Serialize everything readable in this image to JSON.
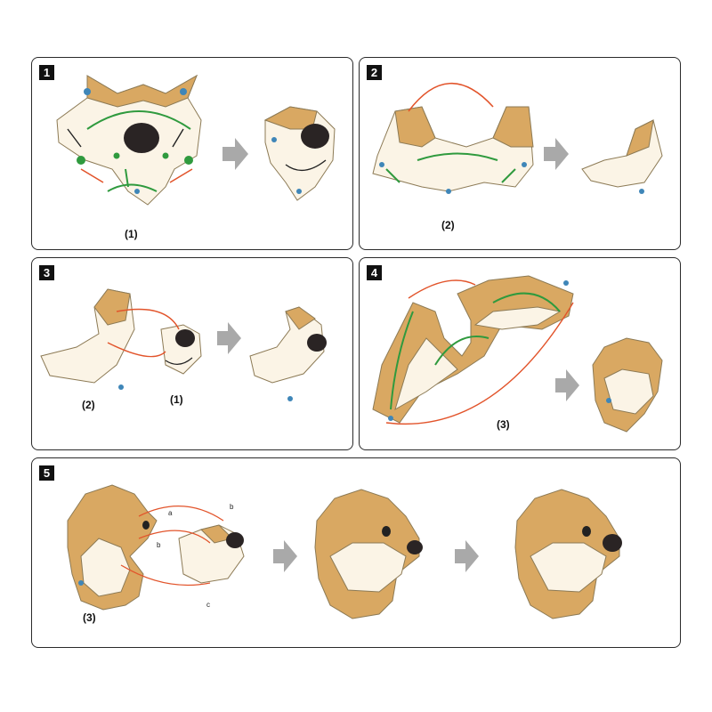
{
  "colors": {
    "fur": "#d9a862",
    "fur_dark": "#b98a45",
    "cream": "#fbf4e6",
    "outline": "#8c7a55",
    "nose": "#2a2424",
    "dot": "#3f86b8",
    "arrow_green": "#2f9a3e",
    "arrow_red": "#e2542b",
    "step_arrow": "#a9a9a9",
    "panel_border": "#2a2a2a"
  },
  "panels": [
    {
      "number": "1",
      "labels": [
        "(1)"
      ]
    },
    {
      "number": "2",
      "labels": [
        "(2)"
      ]
    },
    {
      "number": "3",
      "labels": [
        "(2)",
        "(1)"
      ]
    },
    {
      "number": "4",
      "labels": [
        "(3)"
      ]
    },
    {
      "number": "5",
      "labels": [
        "(3)"
      ],
      "seam_letters": [
        "a",
        "b",
        "b",
        "c"
      ]
    }
  ],
  "icons": {
    "progress_arrow": "right-arrow-icon",
    "connect_arrow": "double-headed-arrow-icon"
  }
}
